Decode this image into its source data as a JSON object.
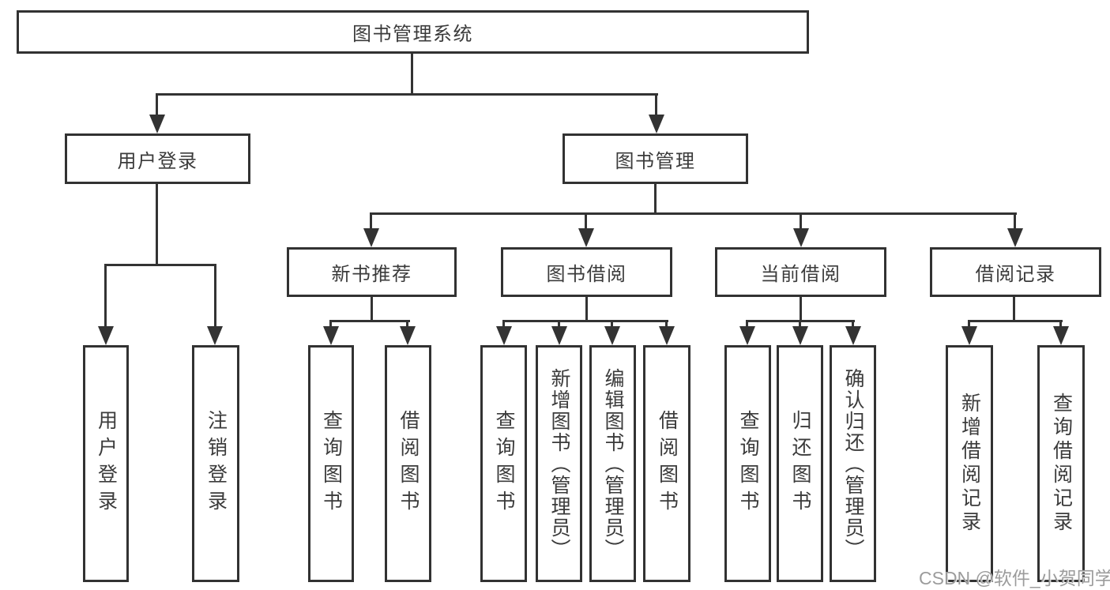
{
  "tree": {
    "root": {
      "label": "图书管理系统",
      "children": [
        {
          "label": "用户登录",
          "children": [
            {
              "label": "用户登录"
            },
            {
              "label": "注销登录"
            }
          ]
        },
        {
          "label": "图书管理",
          "children": [
            {
              "label": "新书推荐",
              "children": [
                {
                  "label": "查询图书"
                },
                {
                  "label": "借阅图书"
                }
              ]
            },
            {
              "label": "图书借阅",
              "children": [
                {
                  "label": "查询图书"
                },
                {
                  "label": "新增图书（管理员）"
                },
                {
                  "label": "编辑图书（管理员）"
                },
                {
                  "label": "借阅图书"
                }
              ]
            },
            {
              "label": "当前借阅",
              "children": [
                {
                  "label": "查询图书"
                },
                {
                  "label": "归还图书"
                },
                {
                  "label": "确认归还（管理员）"
                }
              ]
            },
            {
              "label": "借阅记录",
              "children": [
                {
                  "label": "新增借阅记录"
                },
                {
                  "label": "查询借阅记录"
                }
              ]
            }
          ]
        }
      ]
    }
  },
  "watermark": {
    "text": "CSDN @软件_小贺同学"
  },
  "colors": {
    "line": "#333333",
    "box_border": "#323232",
    "text": "#3b3b3b",
    "watermark": "#9c9c9c",
    "background": "#ffffff"
  }
}
